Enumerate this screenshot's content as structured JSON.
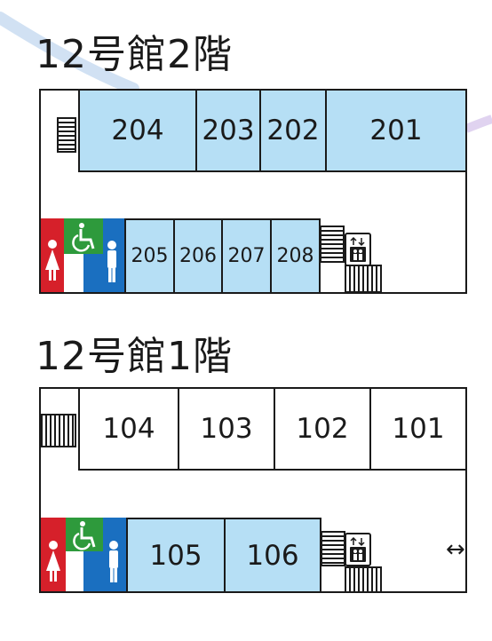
{
  "colors": {
    "room_blue": "#b6dff5",
    "women_red": "#d6202a",
    "men_blue": "#1a6fc0",
    "accessible_green": "#2e9a3c",
    "swoosh": "#c5d9f0"
  },
  "floor2": {
    "title": "12号館2階",
    "top_rooms": [
      "204",
      "203",
      "202",
      "201"
    ],
    "bottom_rooms": [
      "205",
      "206",
      "207",
      "208"
    ]
  },
  "floor1": {
    "title": "12号館1階",
    "top_rooms": [
      "104",
      "103",
      "102",
      "101"
    ],
    "bottom_rooms": [
      "105",
      "106"
    ]
  },
  "icons": {
    "women": "woman-icon",
    "accessible": "wheelchair-icon",
    "men": "man-icon",
    "elevator": "elevator-icon",
    "stairs": "stairs-icon",
    "direction": "double-arrow-icon",
    "direction_glyph": "↔"
  }
}
